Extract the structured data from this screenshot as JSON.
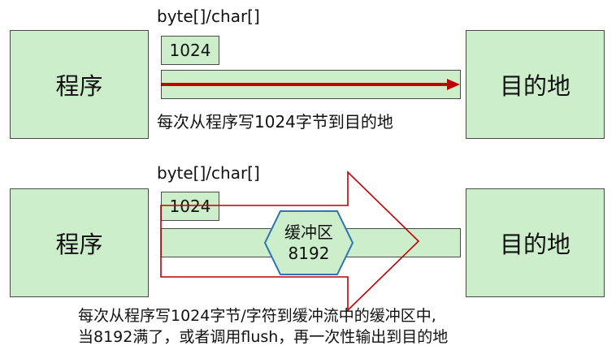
{
  "top": {
    "program": "程序",
    "destination": "目的地",
    "type_label": "byte[]/char[]",
    "chunk": "1024",
    "caption": "每次从程序写1024字节到目的地"
  },
  "bottom": {
    "program": "程序",
    "destination": "目的地",
    "type_label": "byte[]/char[]",
    "chunk": "1024",
    "buffer_label": "缓冲区",
    "buffer_size": "8192",
    "caption_line1": "每次从程序写1024字节/字符到缓冲流中的缓冲区中,",
    "caption_line2": "当8192满了，或者调用flush，再一次性输出到目的地"
  },
  "colors": {
    "box_fill": "#cdeecb",
    "arrow_red": "#c00000",
    "hexagon_blue": "#2e75b6"
  }
}
